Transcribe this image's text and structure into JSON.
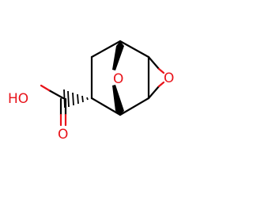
{
  "molecule": {
    "atoms": {
      "bridge_oxygen": "O",
      "epoxide_oxygen": "O",
      "hydroxyl_group": "HO",
      "carbonyl_oxygen": "O"
    },
    "colors": {
      "bond": "#000000",
      "heteroatom": "#e8131a",
      "background": "#ffffff"
    }
  }
}
